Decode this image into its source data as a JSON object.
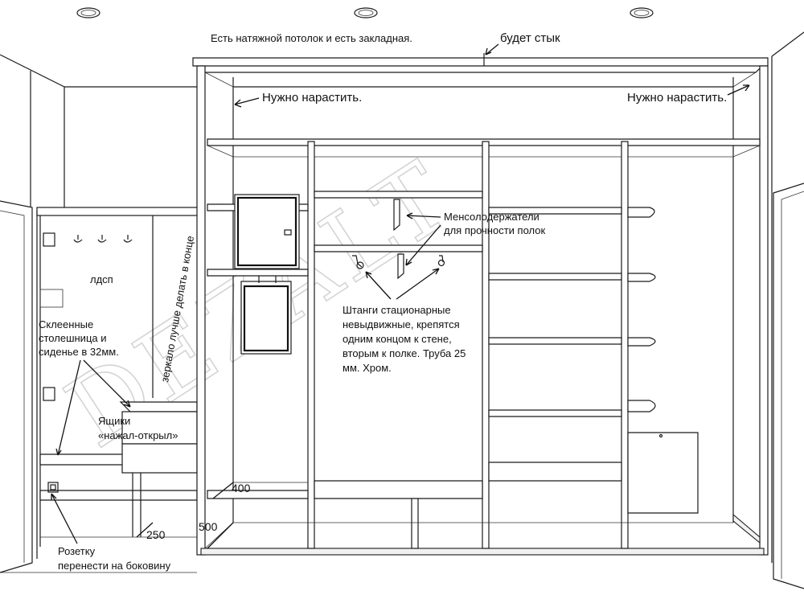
{
  "watermark": "DEZALT",
  "annotations": {
    "ceiling_note": "Есть натяжной потолок и есть закладная.",
    "joint_note": "будет стык",
    "extend_left": "Нужно нарастить.",
    "extend_right": "Нужно нарастить.",
    "ldsp": "лдсп",
    "mirror_note": "зеркало лучше делать в конце",
    "glued_line1": "Склеенные",
    "glued_line2": "столешница и",
    "glued_line3": "сиденье в 32мм.",
    "drawers_line1": "Ящики",
    "drawers_line2": "«нажал-открыл»",
    "socket_line1": "Розетку",
    "socket_line2": "перенести на боковину",
    "brackets_line1": "Менсолодержатели",
    "brackets_line2": "для прочности полок",
    "rods_line1": "Штанги стационарные",
    "rods_line2": "невыдвижные, крепятся",
    "rods_line3": "одним концом к стене,",
    "rods_line4": "вторым к полке. Труба 25",
    "rods_line5": "мм. Хром."
  },
  "dimensions": {
    "depth_shelf": "400",
    "depth_bench": "250",
    "depth_cabinet": "500"
  }
}
